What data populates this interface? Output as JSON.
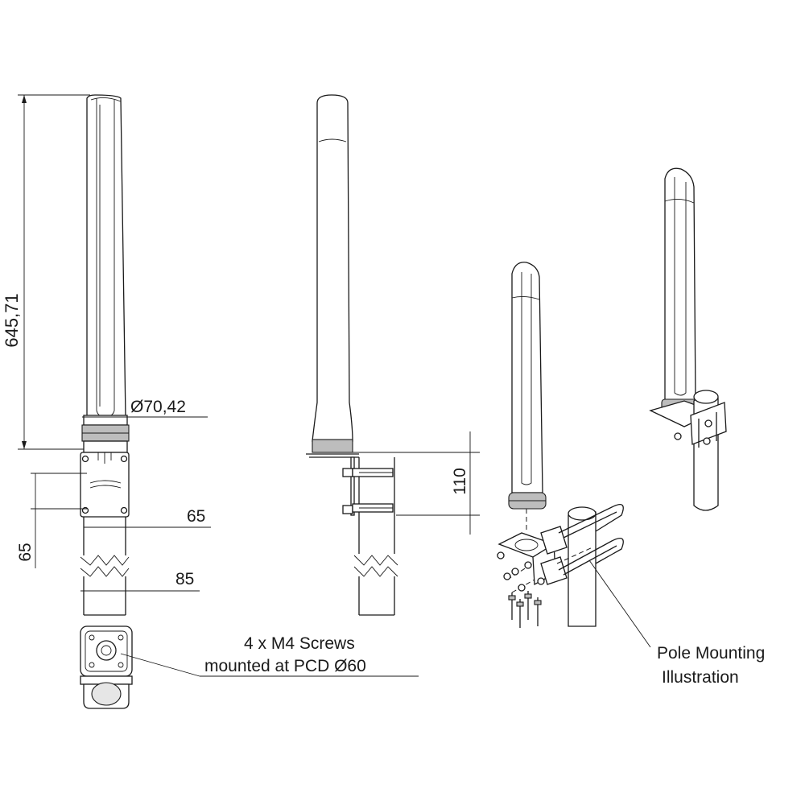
{
  "labels": {
    "height_dim": "645,71",
    "diameter_dim": "Ø70,42",
    "dim_65_horizontal": "65",
    "dim_65_vertical": "65",
    "dim_85": "85",
    "dim_110": "110",
    "screws_line1": "4 x M4 Screws",
    "screws_line2": "mounted at PCD Ø60",
    "pole_line1": "Pole Mounting",
    "pole_line2": "Illustration"
  }
}
